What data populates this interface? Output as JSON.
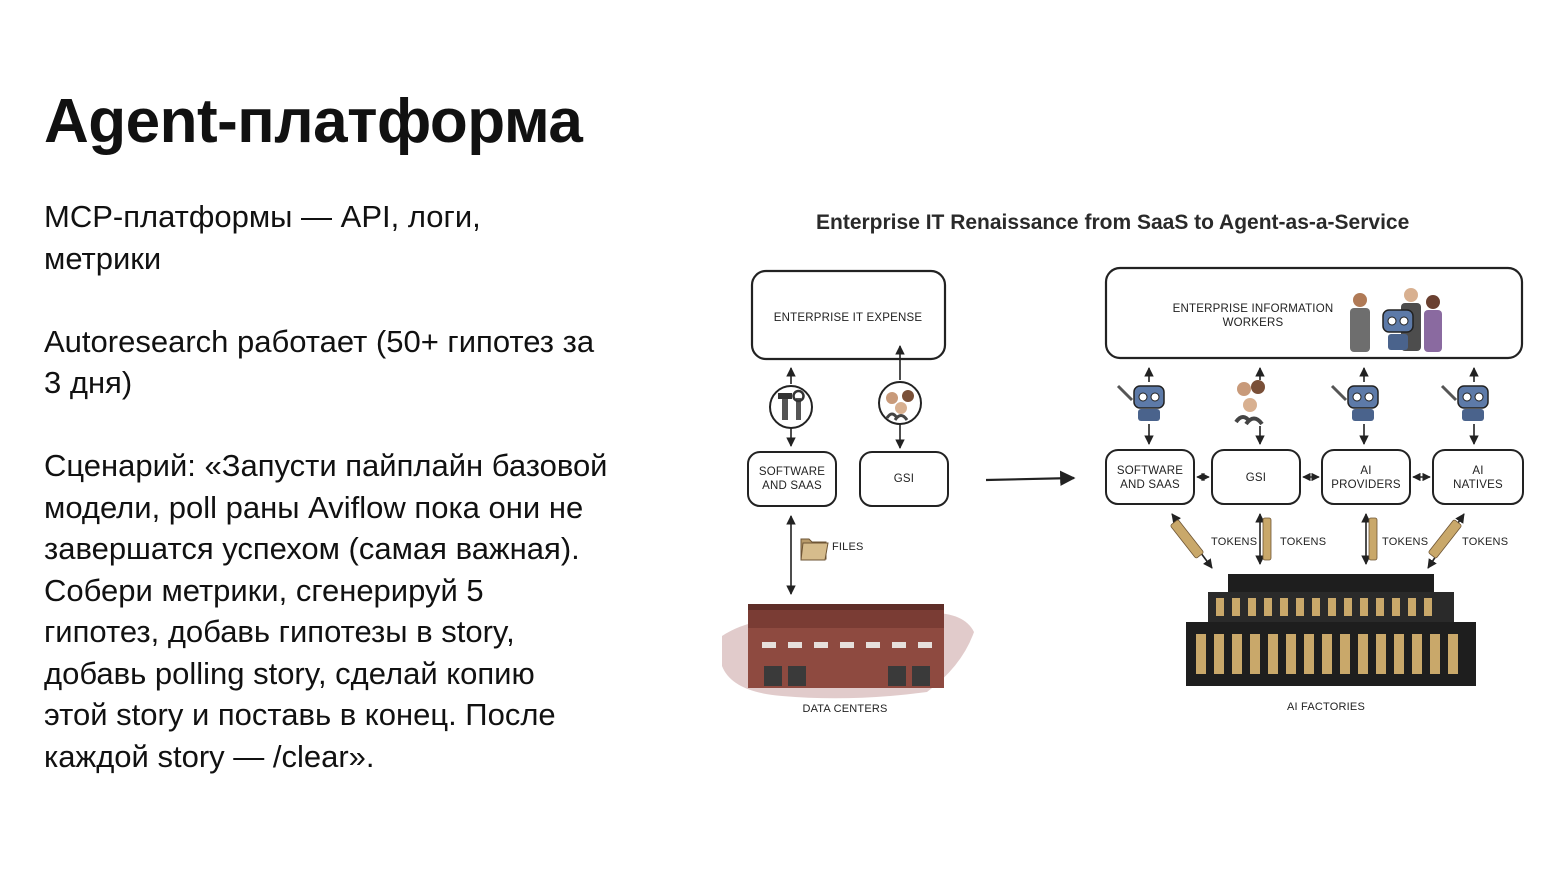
{
  "slide": {
    "title": "Agent-платформа",
    "bullets": [
      {
        "lines": [
          "MCP-платформы — API, логи,",
          "метрики"
        ]
      },
      {
        "lines": [
          "Autoresearch работает (50+ гипотез за",
          "3 дня)"
        ]
      },
      {
        "lines": [
          "Сценарий: «Запусти пайплайн базовой",
          "модели, poll раны Aviflow пока они не",
          "завершатся успехом (самая важная).",
          "Собери метрики, сгенерируй 5",
          "гипотез, добавь гипотезы в story,",
          "добавь polling story, сделай копию",
          "этой story и поставь в конец. После",
          "каждой story — /clear»."
        ]
      }
    ]
  },
  "figure": {
    "title": "Enterprise IT Renaissance from SaaS to Agent-as-a-Service",
    "left": {
      "expense_box": "ENTERPRISE IT EXPENSE",
      "software_box": [
        "SOFTWARE",
        "AND SAAS"
      ],
      "gsi_box": "GSI",
      "files_label": "FILES",
      "datacenter_label": "DATA CENTERS"
    },
    "right": {
      "workers_box": [
        "ENTERPRISE INFORMATION",
        "WORKERS"
      ],
      "software_box": [
        "SOFTWARE",
        "AND SAAS"
      ],
      "gsi_box": "GSI",
      "providers_box": [
        "AI",
        "PROVIDERS"
      ],
      "natives_box": [
        "AI",
        "NATIVES"
      ],
      "token_labels": [
        "TOKENS",
        "TOKENS",
        "TOKENS",
        "TOKENS"
      ],
      "factories_label": "AI FACTORIES"
    },
    "colors": {
      "brick": "#8e4a40",
      "brick_dark": "#5f2e28",
      "gold": "#c9a86a",
      "robot": "#5d7aa8",
      "server": "#1e1e1e"
    }
  }
}
